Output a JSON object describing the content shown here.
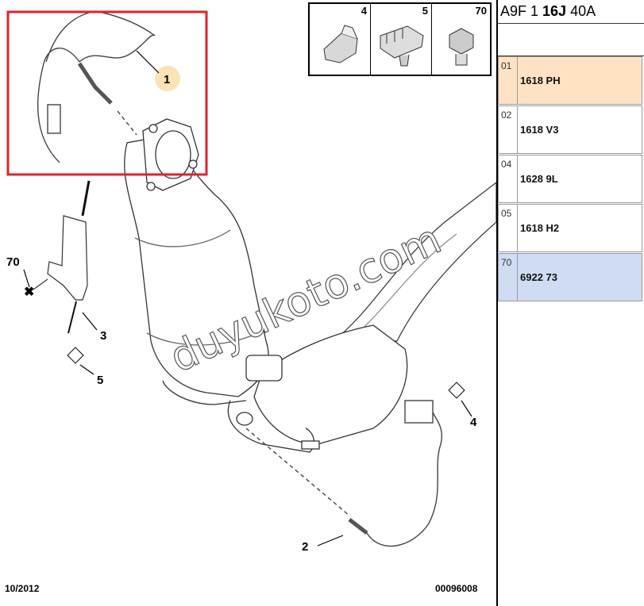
{
  "header": {
    "part1": "A9F 1 ",
    "part2": "16J",
    "part3": " 40A"
  },
  "rows": [
    {
      "index": "01",
      "ref": "1618 PH",
      "highlight": "#fde3c4"
    },
    {
      "index": "02",
      "ref": "1618 V3",
      "highlight": "#ffffff"
    },
    {
      "index": "04",
      "ref": "1628 9L",
      "highlight": "#ffffff"
    },
    {
      "index": "05",
      "ref": "1618 H2",
      "highlight": "#ffffff"
    },
    {
      "index": "70",
      "ref": "6922 73",
      "highlight": "#cfdcf3"
    }
  ],
  "thumbs": {
    "a": "4",
    "b": "5",
    "c": "70"
  },
  "callouts": {
    "c1": "1",
    "c2": "2",
    "c3": "3",
    "c4": "4",
    "c5": "5",
    "c70": "70"
  },
  "footer": {
    "date": "10/2012",
    "code": "00096008"
  },
  "watermark": "duyukoto.com",
  "colors": {
    "highlight_box": "#e3222b",
    "callout_badge": "#fbe3b3"
  }
}
